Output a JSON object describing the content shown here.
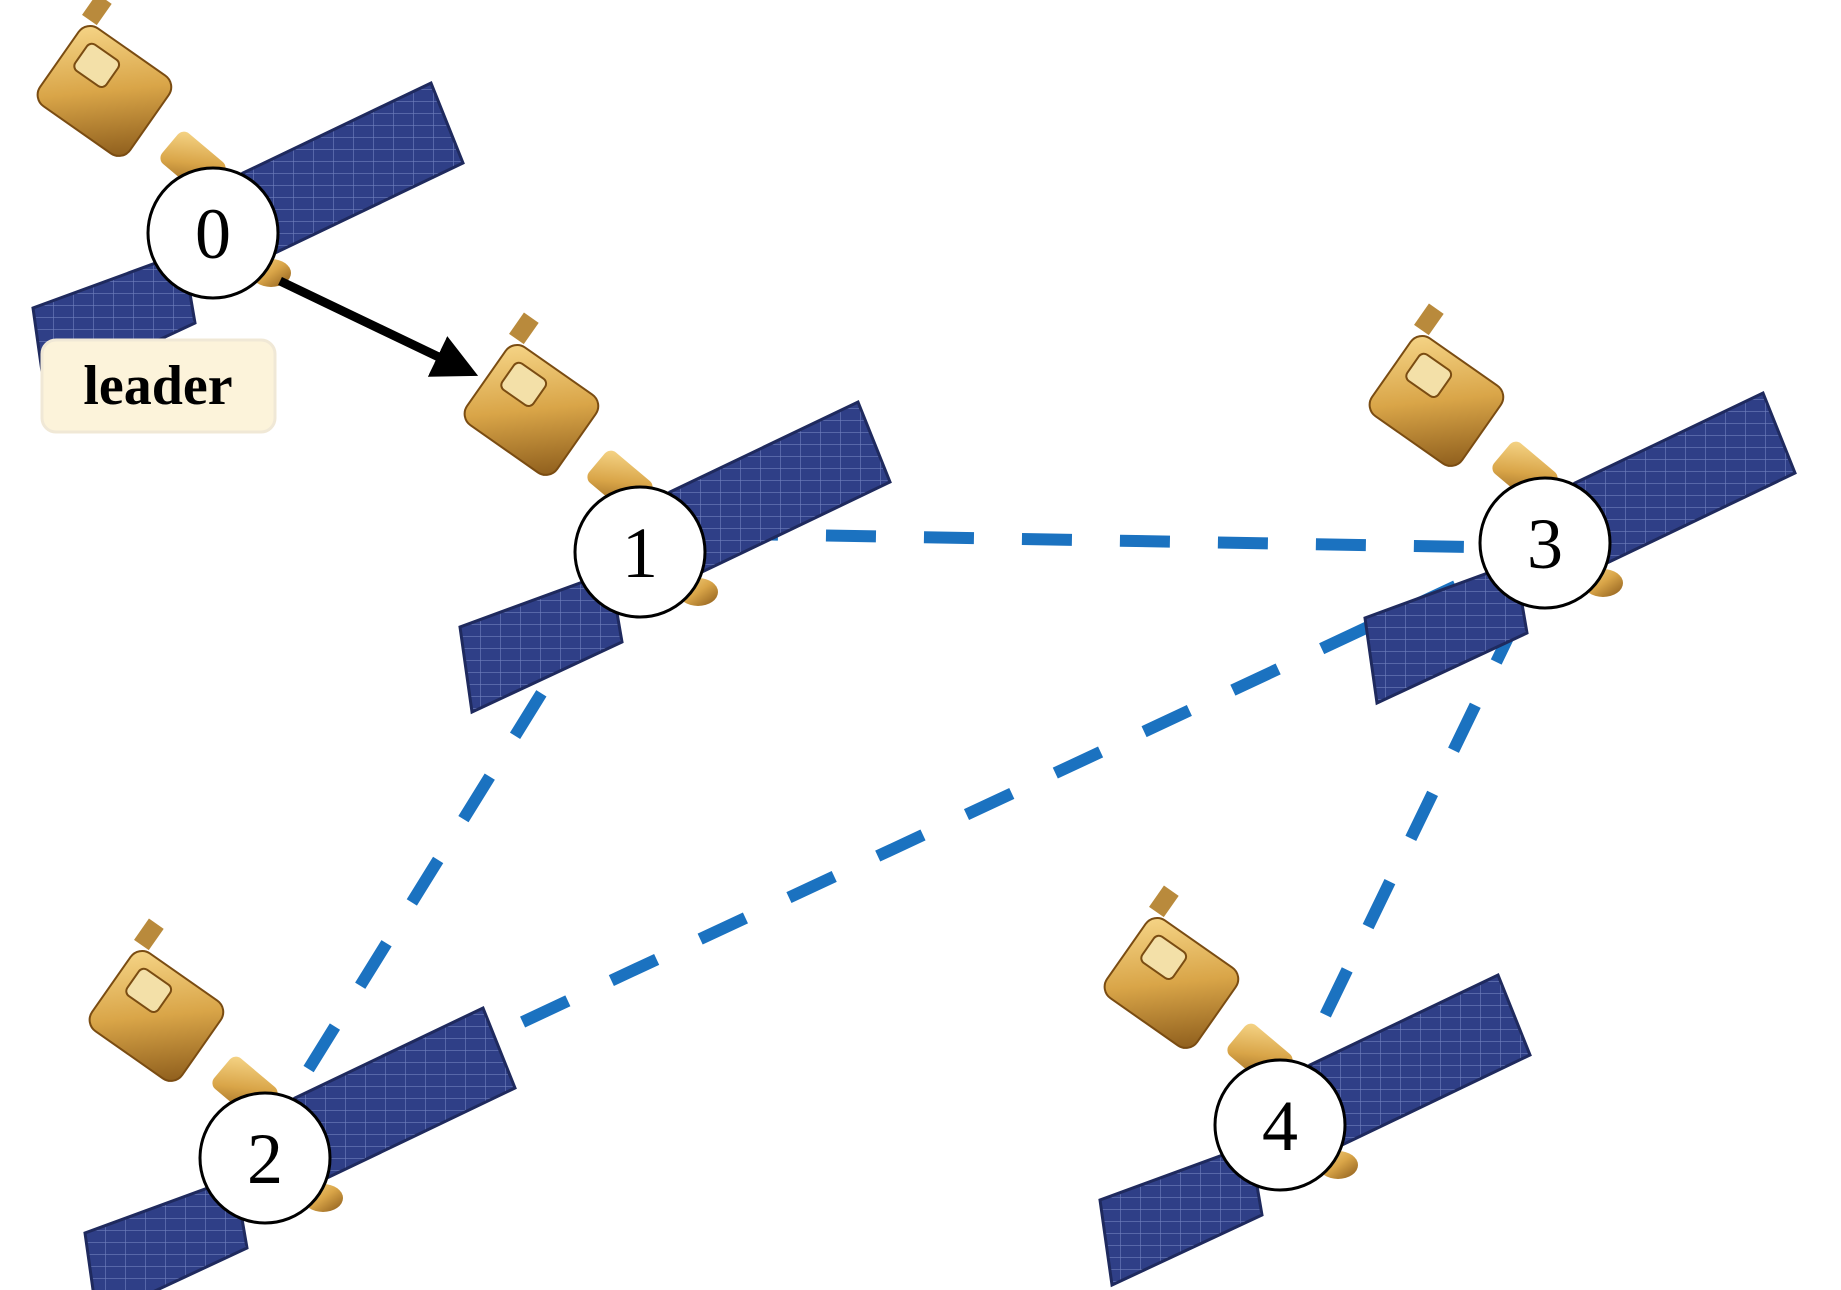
{
  "diagram": {
    "leader_label": "leader",
    "colors": {
      "link": "#1b72c0",
      "arrow": "#000000",
      "leader_badge_fill": "#fcf3da",
      "leader_badge_stroke": "#f0e8d6",
      "panel": "#2f3f87",
      "panel_grid": "#6f7fbd",
      "body_gold": "#d9a548",
      "body_dark": "#8a5a1a"
    },
    "nodes": [
      {
        "id": "0",
        "label": "0",
        "role": "leader",
        "icon": "satellite-icon"
      },
      {
        "id": "1",
        "label": "1",
        "icon": "satellite-icon"
      },
      {
        "id": "2",
        "label": "2",
        "icon": "satellite-icon"
      },
      {
        "id": "3",
        "label": "3",
        "icon": "satellite-icon"
      },
      {
        "id": "4",
        "label": "4",
        "icon": "satellite-icon"
      }
    ],
    "edges": [
      {
        "from": "0",
        "to": "1",
        "style": "solid-arrow"
      },
      {
        "from": "1",
        "to": "3",
        "style": "dashed"
      },
      {
        "from": "1",
        "to": "2",
        "style": "dashed"
      },
      {
        "from": "2",
        "to": "3",
        "style": "dashed"
      },
      {
        "from": "3",
        "to": "4",
        "style": "dashed"
      }
    ]
  }
}
